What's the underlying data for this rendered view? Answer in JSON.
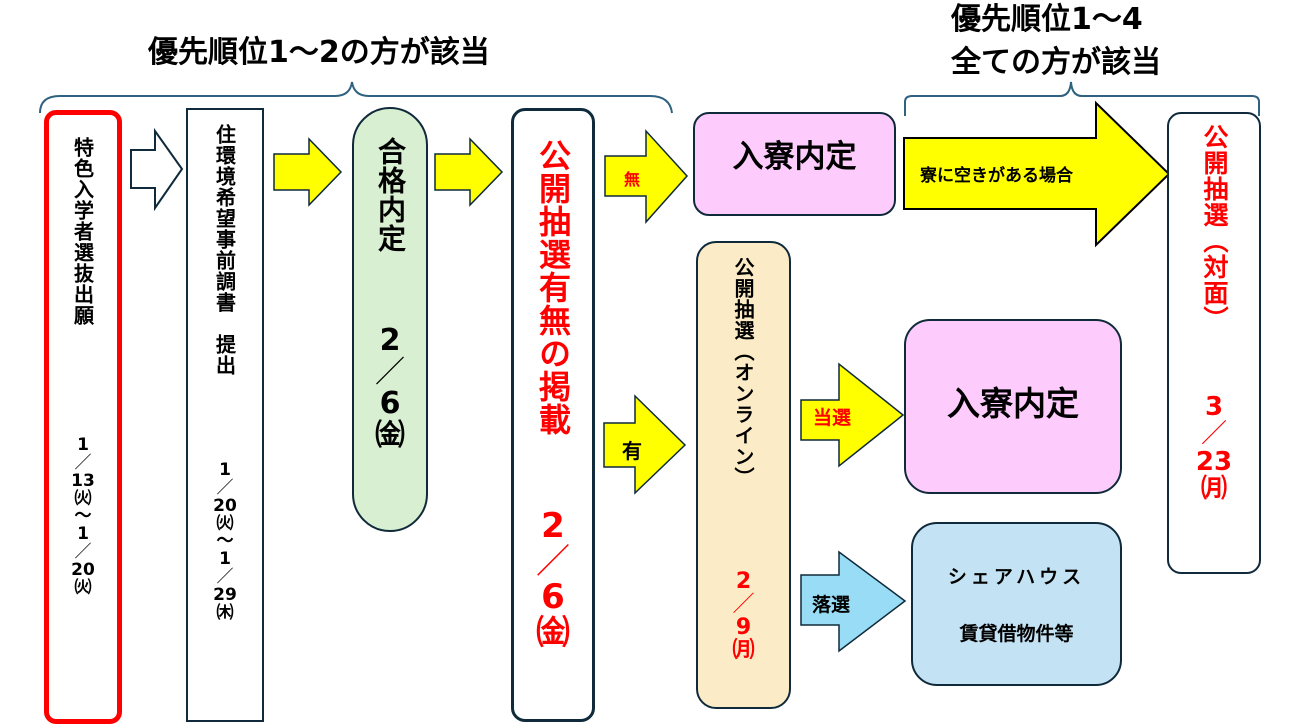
{
  "headings": {
    "left_priority": "優先順位1～2の方が該当",
    "right_priority_line1": "優先順位1～4",
    "right_priority_line2": "全ての方が該当"
  },
  "steps": {
    "application": {
      "title": "特色入学者選抜出願",
      "date": [
        "1",
        "／",
        "13",
        "㈫",
        "～",
        "1",
        "／",
        "20",
        "㈫"
      ]
    },
    "housing_survey": {
      "title": "住環境希望事前調書　提出",
      "date": [
        "1",
        "／",
        "20",
        "㈫",
        "～",
        "1",
        "／",
        "29",
        "㈭"
      ]
    },
    "acceptance": {
      "title": "合格内定",
      "date": [
        "2",
        "／",
        "6",
        "㈮"
      ]
    },
    "lottery_notice": {
      "title": "公開抽選有無の掲載",
      "date": [
        "2",
        "／",
        "6",
        "㈮"
      ]
    },
    "dorm_offer_top": {
      "title": "入寮内定"
    },
    "online_lottery": {
      "title": "公開抽選（オンライン）",
      "date": [
        "2",
        "／",
        "9",
        "㈪"
      ]
    },
    "dorm_offer_win": {
      "title": "入寮内定"
    },
    "alternative_housing": {
      "line1": "シェアハウス",
      "line2": "賃貸借物件等"
    },
    "inperson_lottery": {
      "title": "公開抽選（対面）",
      "date": [
        "3",
        "／",
        "23",
        "㈪"
      ]
    }
  },
  "arrows": {
    "none_label": "無",
    "yes_label": "有",
    "win_label": "当選",
    "lose_label": "落選",
    "vacancy_label": "寮に空きがある場合"
  },
  "colors": {
    "yellow_arrow": "#ffff00",
    "blue_arrow": "#99dcf5",
    "pink_box": "#fdccfd",
    "green_box": "#d8efd2",
    "cream_box": "#fbebc6",
    "light_blue_box": "#c3e3f4",
    "red_border": "#ff0000",
    "brace": "#2e6280",
    "accent_red": "#ff0000"
  }
}
